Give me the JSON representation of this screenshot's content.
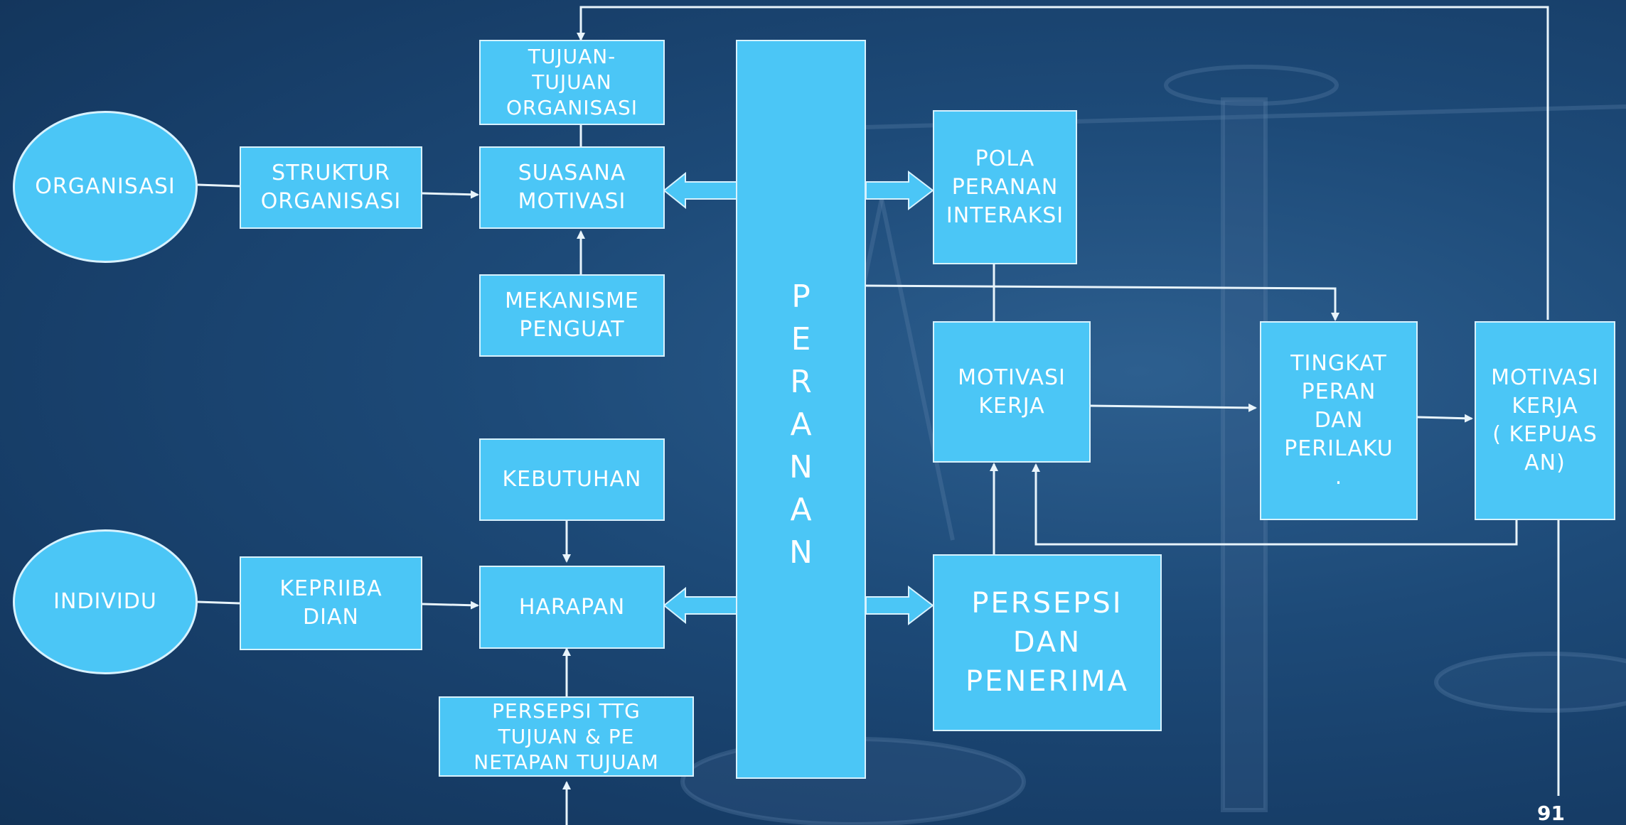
{
  "diagram": {
    "nodes": {
      "organisasi": "ORGANISASI",
      "struktur_organisasi": "STRUKTUR\nORGANISASI",
      "tujuan_organisasi": "TUJUAN-\nTUJUAN\nORGANISASI",
      "suasana_motivasi": "SUASANA\nMOTIVASI",
      "mekanisme_penguat": "MEKANISME\nPENGUAT",
      "peranan": [
        "P",
        "E",
        "R",
        "A",
        "N",
        "A",
        "N"
      ],
      "pola_peranan_interaksi": "POLA\nPERANAN\nINTERAKSI",
      "motivasi_kerja": "MOTIVASI\nKERJA",
      "tingkat_peran_perilaku": "TINGKAT\nPERAN\nDAN\nPERILAKU\n.",
      "motivasi_kerja_kepuasan": "MOTIVASI\nKERJA\n( KEPUAS\nAN)",
      "kebutuhan": "KEBUTUHAN",
      "individu": "INDIVIDU",
      "kepribadian": "KEPRIIBA\nDIAN",
      "harapan": "HARAPAN",
      "persepsi_ttg_tujuan": "PERSEPSI TTG\nTUJUAN & PE\nNETAPAN  TUJUAM",
      "persepsi_dan_penerima": "PERSEPSI\nDAN\nPENERIMA"
    },
    "page_number": "91"
  },
  "colors": {
    "box_fill": "#4bc6f6",
    "box_border": "#d8f2ff",
    "background": "#1d4a78",
    "line": "#e8f4fb"
  }
}
